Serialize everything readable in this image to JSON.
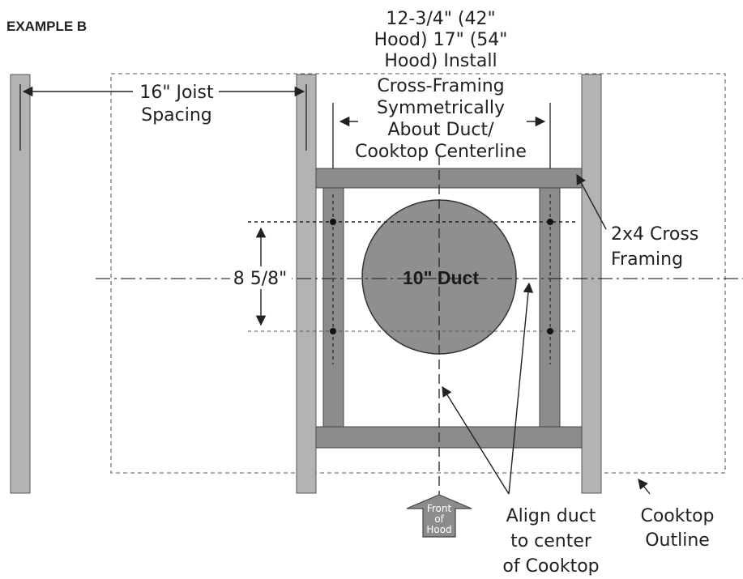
{
  "title": "EXAMPLE B",
  "labels": {
    "hood_spacing": [
      "12-3/4\" (42\"",
      "Hood) 17\" (54\"",
      "Hood) Install",
      "Cross-Framing",
      "Symmetrically",
      "About Duct/",
      "Cooktop Centerline"
    ],
    "joist_spacing": [
      "16\" Joist",
      "Spacing"
    ],
    "cross_framing": [
      "2x4 Cross",
      "Framing"
    ],
    "duct": "10\" Duct",
    "vertical_dim": "8 5/8\"",
    "front_of_hood": [
      "Front",
      "of",
      "Hood"
    ],
    "align_duct": [
      "Align duct",
      "to center",
      "of Cooktop"
    ],
    "cooktop_outline": [
      "Cooktop",
      "Outline"
    ]
  },
  "colors": {
    "joist_fill": "#b3b3b3",
    "framing_fill": "#8c8c8c",
    "duct_fill": "#8f8f8f",
    "line": "#222222",
    "dashed": "#777777"
  }
}
